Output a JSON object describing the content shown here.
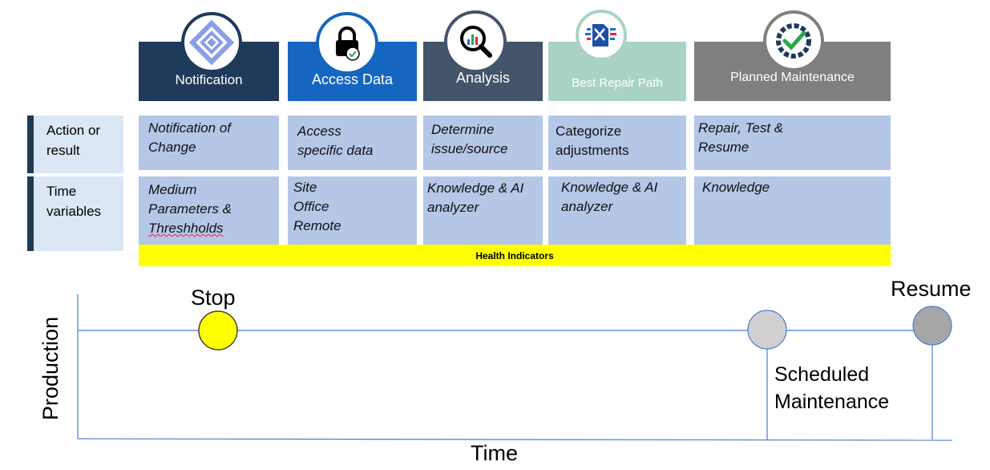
{
  "stages": [
    {
      "label": "Notification",
      "color": "#1f3a5a",
      "icon": "diamond-notification-icon"
    },
    {
      "label": "Access Data",
      "color": "#1566c0",
      "icon": "padlock-check-icon"
    },
    {
      "label": "Analysis",
      "color": "#44546a",
      "icon": "magnifier-chart-icon"
    },
    {
      "label": "Best Repair Path",
      "color": "#a9d3c5",
      "icon": "repair-path-icon"
    },
    {
      "label": "Planned Maintenance",
      "color": "#7f7f7f",
      "icon": "check-gauge-icon"
    }
  ],
  "rows": {
    "action": {
      "label_line1": "Action or",
      "label_line2": "result"
    },
    "time": {
      "label_line1": "Time",
      "label_line2": "variables"
    }
  },
  "cells": {
    "action": [
      [
        "Notification of",
        "Change"
      ],
      [
        "Access",
        "specific data"
      ],
      [
        "Determine",
        "issue/source"
      ],
      [
        "Categorize",
        "adjustments"
      ],
      [
        "Repair, Test &",
        "Resume"
      ]
    ],
    "time": [
      [
        "Medium",
        "Parameters &",
        "Threshholds"
      ],
      [
        "Site",
        "Office",
        "Remote"
      ],
      [
        "Knowledge & AI",
        "analyzer"
      ],
      [
        "Knowledge & AI",
        "analyzer"
      ],
      [
        "Knowledge"
      ]
    ]
  },
  "health_indicators": "Health Indicators",
  "timeline": {
    "y_axis_label": "Production",
    "x_axis_label": "Time",
    "stop_label": "Stop",
    "resume_label": "Resume",
    "scheduled_line1": "Scheduled",
    "scheduled_line2": "Maintenance",
    "stop_color": "#ffff00",
    "scheduled_color": "#d0d0d0",
    "resume_color": "#a6a6a6",
    "line_color": "#4a7bd0"
  }
}
